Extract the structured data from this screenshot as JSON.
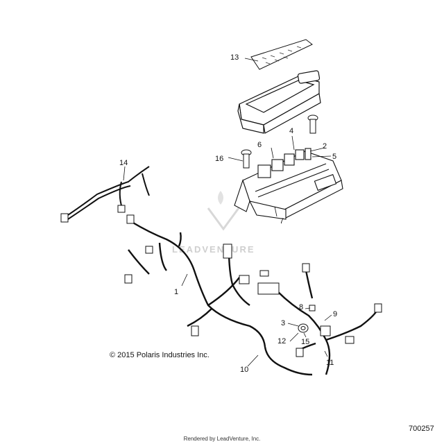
{
  "watermark": "LEADVENTURE",
  "callouts": [
    {
      "id": "1",
      "label": "1"
    },
    {
      "id": "2",
      "label": "2"
    },
    {
      "id": "3",
      "label": "3"
    },
    {
      "id": "4",
      "label": "4"
    },
    {
      "id": "5",
      "label": "5"
    },
    {
      "id": "6",
      "label": "6"
    },
    {
      "id": "7",
      "label": "7"
    },
    {
      "id": "8",
      "label": "8"
    },
    {
      "id": "9",
      "label": "9"
    },
    {
      "id": "10",
      "label": "10"
    },
    {
      "id": "11",
      "label": "11"
    },
    {
      "id": "12",
      "label": "12"
    },
    {
      "id": "13",
      "label": "13"
    },
    {
      "id": "14",
      "label": "14"
    },
    {
      "id": "15",
      "label": "15"
    },
    {
      "id": "16",
      "label": "16"
    }
  ],
  "footer": {
    "copyright": "© 2015 Polaris Industries Inc.",
    "part_number": "700257",
    "rendered_by": "Rendered by LeadVenture, Inc."
  }
}
